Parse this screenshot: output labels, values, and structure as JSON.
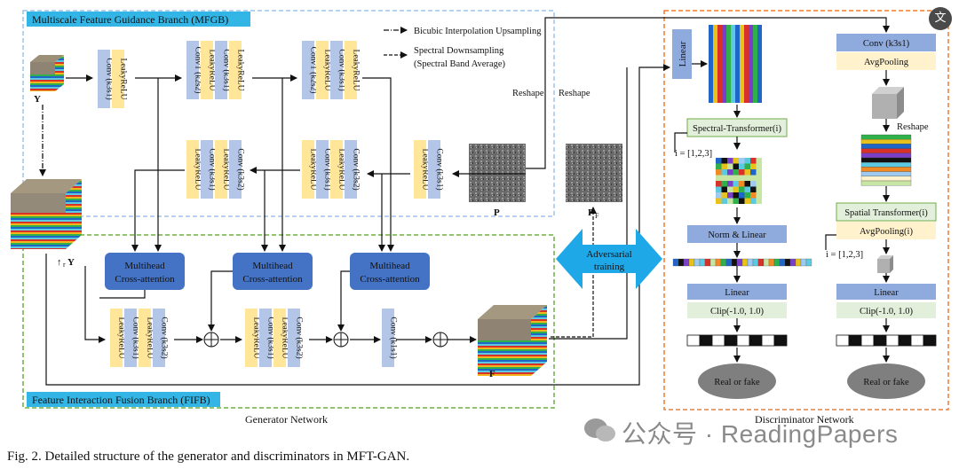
{
  "branches": {
    "mfgb_title": "Multiscale Feature Guidance Branch (MFGB)",
    "fifb_title": "Feature Interaction Fusion Branch (FIFB)",
    "generator_label": "Generator Network",
    "discriminator_label": "Discriminator Network"
  },
  "legend": {
    "upsampling": "Bicubic Interpolation Upsampling",
    "downsampling_line1": "Spectral Downsampling",
    "downsampling_line2": "(Spectral Band Average)"
  },
  "inputs": {
    "y": "Y",
    "up_y": "↑",
    "up_y_sub": "r",
    "up_y_main": "Y",
    "p": "P",
    "pf": "P",
    "pf_sub": "F",
    "f": "F"
  },
  "mfgb_blocks": {
    "g1": [
      "Conv (k3s1)",
      "LeakyReLU"
    ],
    "g2": [
      "ConvT (k2s2)",
      "LeakyReLU",
      "Conv (k3s1)",
      "LeakyReLU"
    ],
    "g3": [
      "ConvT (k2s2)",
      "LeakyReLU",
      "Conv (k3s1)",
      "LeakyReLU"
    ],
    "g4": [
      "LeakyReLU",
      "Conv (k3s1)",
      "LeakyReLU",
      "Conv (k3s2)"
    ],
    "g5": [
      "LeakyReLU",
      "Conv (k3s1)",
      "LeakyReLU",
      "Conv (k3s2)"
    ],
    "g6": [
      "LeakyReLU",
      "Conv (k3s1)"
    ]
  },
  "fifb_blocks": {
    "f1": [
      "LeakyReLU",
      "Conv (k3s1)",
      "LeakyReLU",
      "Conv (k3s2)"
    ],
    "f2": [
      "LeakyReLU",
      "Conv (k3s1)",
      "LeakyReLU",
      "Conv (k3s2)"
    ],
    "f3": [
      "Conv (k1s1)"
    ]
  },
  "attention": {
    "a1": [
      "Multihead",
      "Cross-attention"
    ],
    "a2": [
      "Multihead",
      "Cross-attention"
    ],
    "a3": [
      "Multihead",
      "Cross-attention"
    ]
  },
  "reshape": {
    "r1": "Reshape",
    "r2": "Reshape",
    "r3": "Reshape"
  },
  "adversarial": [
    "Adversarial",
    "training"
  ],
  "disc_spectral": {
    "linear_in": "Linear",
    "transformer": "Spectral-Transformer(i)",
    "i_range": "i = [1,2,3]",
    "norm_linear": "Norm & Linear",
    "linear": "Linear",
    "clip": "Clip(-1.0, 1.0)",
    "out": "Real or fake"
  },
  "disc_spatial": {
    "conv": "Conv (k3s1)",
    "avgpool": "AvgPooling",
    "transformer": "Spatial Transformer(i)",
    "avgpool_i": "AvgPooling(i)",
    "i_range": "i = [1,2,3]",
    "linear": "Linear",
    "clip": "Clip(-1.0, 1.0)",
    "out": "Real or fake"
  },
  "caption": "Fig. 2.   Detailed structure of the generator and discriminators in MFT-GAN.",
  "watermark": "公众号 · ReadingPapers",
  "corner_badge": "文",
  "colors": {
    "blue_block": "#b4c6e7",
    "yellow_block": "#ffe699",
    "attn": "#4472c4",
    "mfgb_border": "#9dc3e6",
    "fifb_border": "#70ad47",
    "disc_border": "#ed7d31",
    "title_bg": "#33b5e5",
    "adv": "#1fa8e8",
    "green_box": "#e2efda",
    "light_yellow": "#fff2cc",
    "gray_ellipse": "#7f7f7f"
  }
}
